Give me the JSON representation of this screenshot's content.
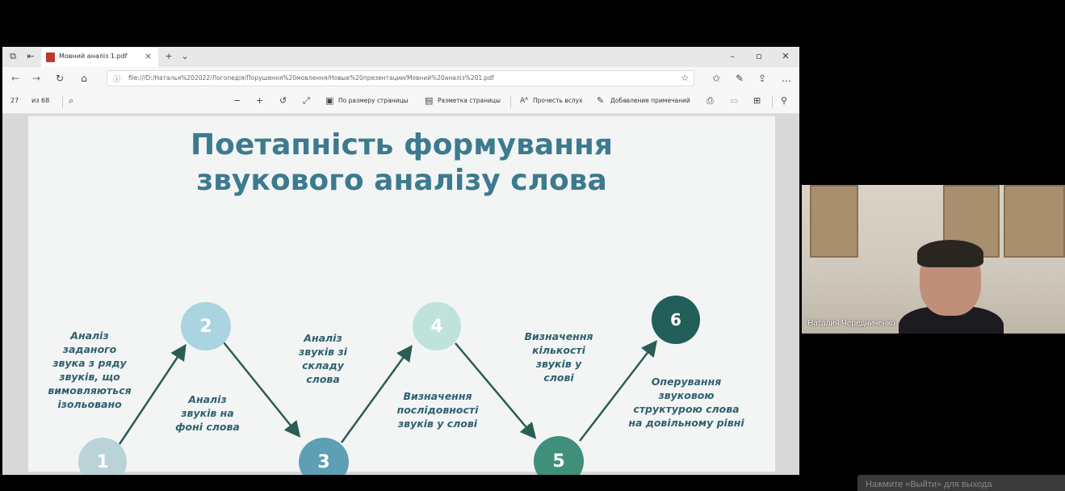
{
  "browser": {
    "tab_title": "Мовний аналіз 1.pdf",
    "url": "file:///D:/Наталья%202022/Логопедія/Порушення%20мовлення/Новые%20презентации/Мовний%20аналіз%201.pdf",
    "page_current": "27",
    "page_total": "из 68",
    "fit_page_label": "По размеру страницы",
    "page_layout_label": "Разметка страницы",
    "read_aloud_label": "Прочесть вслух",
    "annotate_label": "Добавление примечаний"
  },
  "slide": {
    "title_line1": "Поетапність формування",
    "title_line2": "звукового аналізу слова",
    "steps": [
      {
        "number": "1",
        "text": [
          "Аналіз",
          "заданого",
          "звука з ряду",
          "звуків, що",
          "вимовляються",
          "ізольовано"
        ],
        "color": "#b9d3d8"
      },
      {
        "number": "2",
        "text": [
          "Аналіз",
          "звуків на",
          "фоні слова"
        ],
        "color": "#a9d4e0"
      },
      {
        "number": "3",
        "text": [
          "Аналіз",
          "звуків зі",
          "складу",
          "слова"
        ],
        "color": "#5f9fb6"
      },
      {
        "number": "4",
        "text": [
          "Визначення",
          "послідовності",
          "звуків у слові"
        ],
        "color": "#bfe3dc"
      },
      {
        "number": "5",
        "text": [
          "Визначення",
          "кількості",
          "звуків у",
          "слові"
        ],
        "color": "#3f8f7a"
      },
      {
        "number": "6",
        "text": [
          "Оперування",
          "звуковою",
          "структурою слова",
          "на довільному рівні"
        ],
        "color": "#225e5a"
      }
    ],
    "arrow_color": "#2c5c56"
  },
  "webcam": {
    "participant_name": "Наталия Чередниченко"
  },
  "notice": {
    "text": "Нажмите «Выйти» для выхода"
  }
}
